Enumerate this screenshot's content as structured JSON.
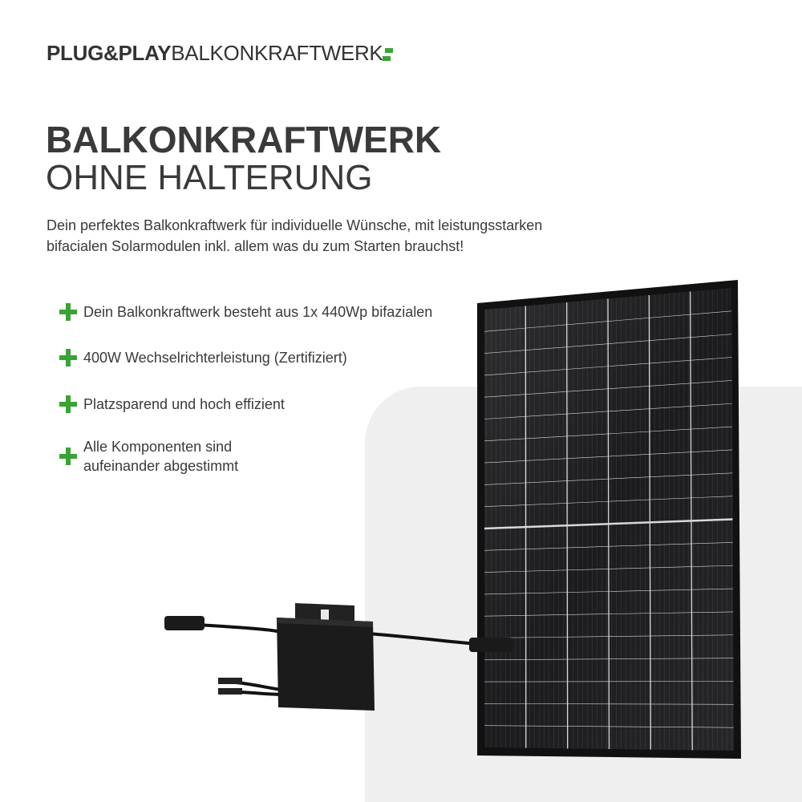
{
  "logo": {
    "bold": "PLUG&PLAY",
    "light": "BALKONKRAFTWERK",
    "accent_color": "#3aa335"
  },
  "title": "BALKONKRAFTWERK",
  "subtitle": "OHNE HALTERUNG",
  "intro": [
    "Dein perfektes Balkonkraftwerk für individuelle Wünsche, mit leistungsstarken",
    "bifacialen Solarmodulen inkl. allem was du zum Starten brauchst!"
  ],
  "bullets": [
    {
      "icon": "plus-icon",
      "lines": [
        "Dein Balkonkraftwerk besteht aus 1x 440Wp bifazialen"
      ]
    },
    {
      "icon": "plus-icon",
      "lines": [
        "400W Wechselrichterleistung (Zertifiziert)"
      ]
    },
    {
      "icon": "plus-icon",
      "lines": [
        "Platzsparend und hoch effizient"
      ]
    },
    {
      "icon": "plus-icon",
      "lines": [
        "Alle Komponenten sind",
        "aufeinander abgestimmt"
      ]
    }
  ]
}
